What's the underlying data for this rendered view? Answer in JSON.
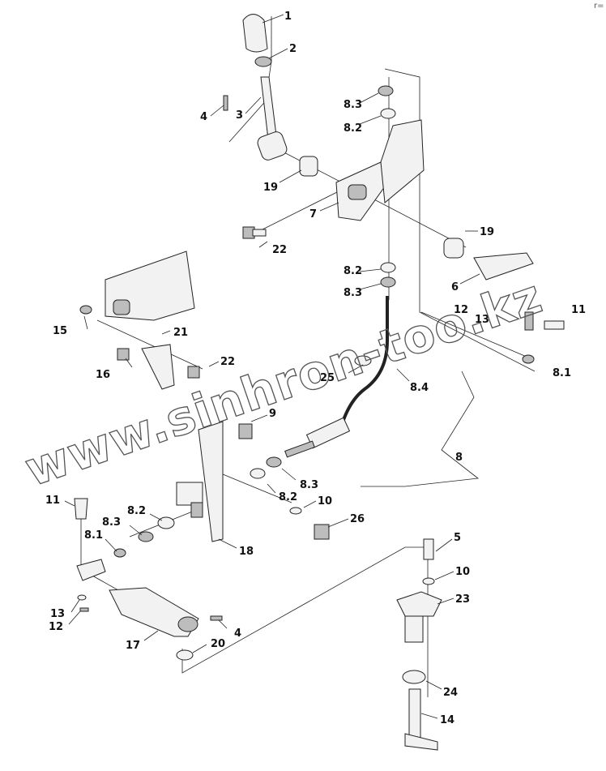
{
  "watermark": "www.sinhron-too.kz",
  "corner_mark": "r=",
  "labels": {
    "l1": "1",
    "l2": "2",
    "l3": "3",
    "l4a": "4",
    "l4b": "4",
    "l5": "5",
    "l6": "6",
    "l7": "7",
    "l8": "8",
    "l8_1a": "8.1",
    "l8_1b": "8.1",
    "l8_2a": "8.2",
    "l8_2b": "8.2",
    "l8_2c": "8.2",
    "l8_2d": "8.2",
    "l8_3a": "8.3",
    "l8_3b": "8.3",
    "l8_3c": "8.3",
    "l8_3d": "8.3",
    "l8_4": "8.4",
    "l9": "9",
    "l10a": "10",
    "l10b": "10",
    "l11a": "11",
    "l11b": "11",
    "l12a": "12",
    "l12b": "12",
    "l13a": "13",
    "l13b": "13",
    "l14": "14",
    "l15": "15",
    "l16": "16",
    "l17": "17",
    "l18": "18",
    "l19a": "19",
    "l19b": "19",
    "l20": "20",
    "l21": "21",
    "l22a": "22",
    "l22b": "22",
    "l23": "23",
    "l24": "24",
    "l25": "25",
    "l26": "26"
  }
}
